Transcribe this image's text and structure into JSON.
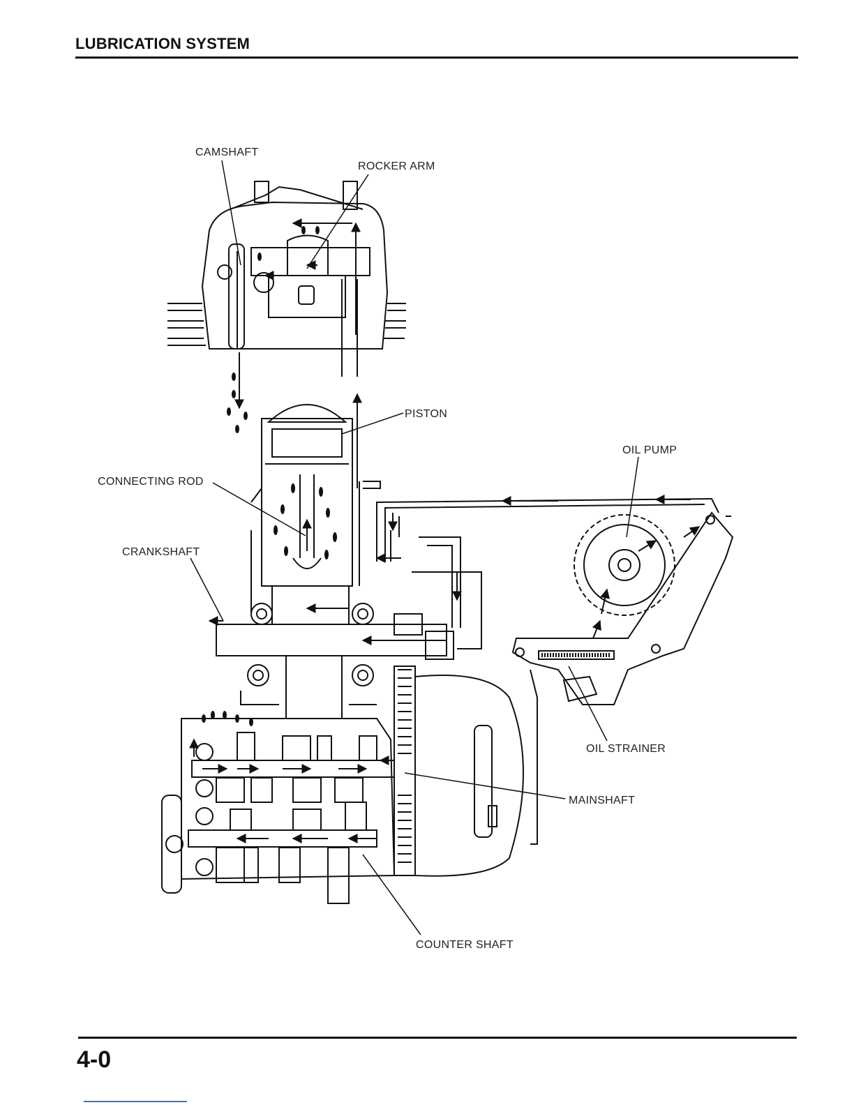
{
  "header": {
    "title": "LUBRICATION SYSTEM"
  },
  "diagram": {
    "labels": {
      "camshaft": "CAMSHAFT",
      "rocker_arm": "ROCKER ARM",
      "piston": "PISTON",
      "oil_pump": "OIL PUMP",
      "connecting_rod": "CONNECTING ROD",
      "crankshaft": "CRANKSHAFT",
      "oil_strainer": "OIL STRAINER",
      "mainshaft": "MAINSHAFT",
      "counter_shaft": "COUNTER SHAFT"
    }
  },
  "footer": {
    "page_number": "4-0"
  }
}
